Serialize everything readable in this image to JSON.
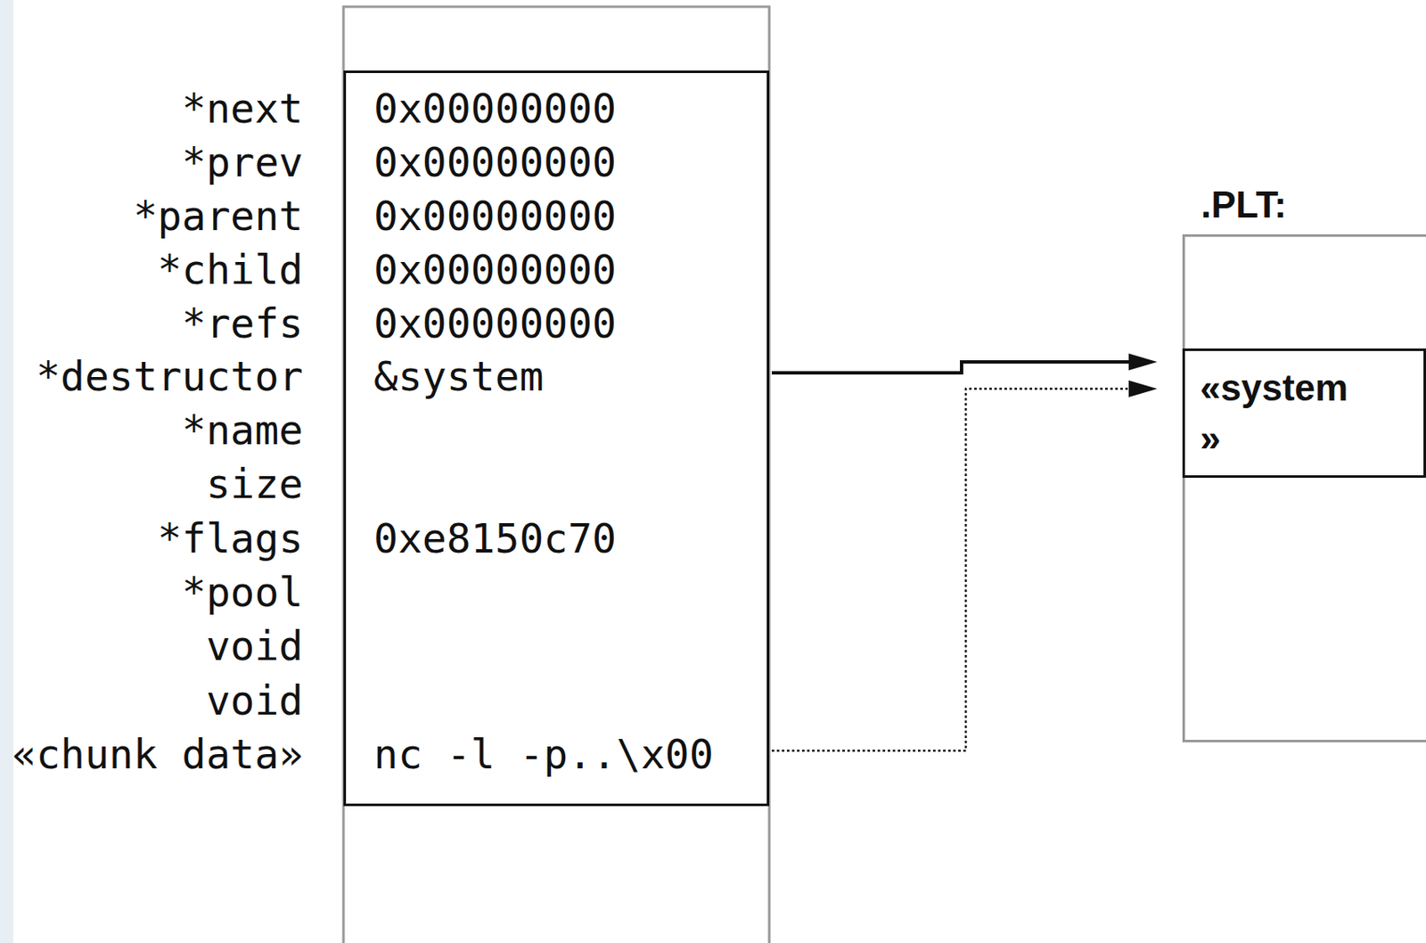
{
  "diagram": {
    "nodes": [
      {
        "text": [
          "0x00000000",
          "0x00000000",
          "0x00000000",
          "0x00000000",
          "0x00000000",
          "0xe8150c70"
        ]
      },
      {
        "text": [
          "&system"
        ],
        "in": 0
      },
      {
        "text": [
          "nc -l -p..\\x00"
        ],
        "in": 0
      },
      {
        "text": [
          ".PLT:"
        ]
      },
      {
        "text": [
          "«system »"
        ],
        "in": 3
      }
    ],
    "edges": [
      {
        "from": 1,
        "to": 4,
        "arrow": "to"
      },
      {
        "from": 2,
        "to": 4,
        "arrow": "to"
      }
    ],
    "labels": [
      "*next",
      "*prev",
      "*parent",
      "*child",
      "*refs",
      "*destructor",
      "*name",
      "size",
      "*flags",
      "*pool",
      "void",
      "void",
      "«chunk data»"
    ]
  }
}
